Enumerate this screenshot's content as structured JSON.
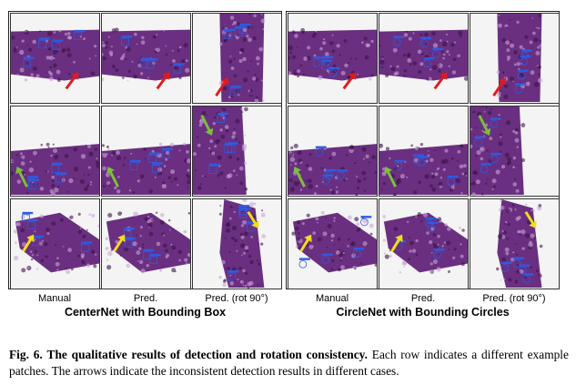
{
  "columns": [
    "Manual",
    "Pred.",
    "Pred. (rot 90°)"
  ],
  "panels": [
    {
      "title": "CenterNet with Bounding Box",
      "shape": "box"
    },
    {
      "title": "CircleNet with Bounding Circles",
      "shape": "circle"
    }
  ],
  "caption": {
    "label": "Fig. 6.",
    "bold_text": "The qualitative results of detection and rotation consistency.",
    "text": "Each row indicates a different example patches. The arrows indicate the inconsistent detection results in different cases."
  },
  "colors": {
    "tissue": "#6a2f80",
    "tissue_dark": "#3a1447",
    "background": "#f4f4f4",
    "detection": "#2f5be0",
    "arrow_row1": "#e01b1b",
    "arrow_row2": "#7cc03a",
    "arrow_row3": "#f2de1a"
  },
  "icons": {
    "arrow": "arrow-icon",
    "detection": "detection-marker-icon"
  }
}
